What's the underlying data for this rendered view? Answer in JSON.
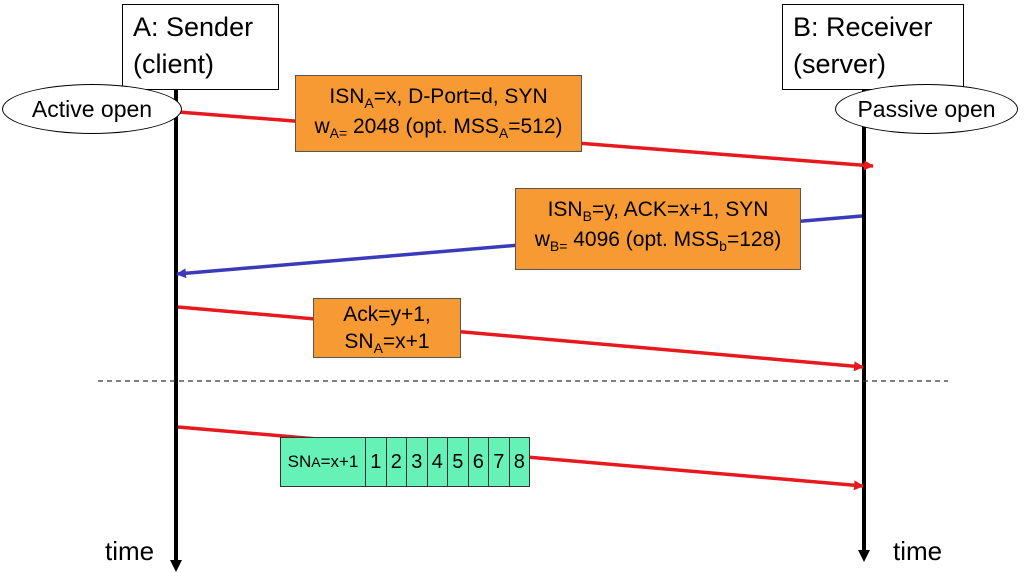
{
  "sender": {
    "line1": "A: Sender",
    "line2": "(client)"
  },
  "receiver": {
    "line1": "B: Receiver",
    "line2": "(server)"
  },
  "active_open": "Active open",
  "passive_open": "Passive open",
  "msg1": {
    "l1_a": "ISN",
    "l1_a_sub": "A",
    "l1_b": "=x, D-Port=d, SYN",
    "l2_a": "w",
    "l2_a_sub": "A=",
    "l2_b": " 2048 (opt. MSS",
    "l2_b_sub": "A",
    "l2_c": "=512)"
  },
  "msg2": {
    "l1_a": "ISN",
    "l1_a_sub": "B",
    "l1_b": "=y, ACK=x+1, SYN",
    "l2_a": "w",
    "l2_a_sub": "B=",
    "l2_b": " 4096 (opt. MSS",
    "l2_b_sub": "b",
    "l2_c": "=128)"
  },
  "msg3": {
    "l1": "Ack=y+1,",
    "l2_a": "SN",
    "l2_a_sub": "A",
    "l2_b": "=x+1"
  },
  "data_segment": {
    "label_a": "SN",
    "label_sub": "A",
    "label_b": "=x+1",
    "cells": [
      "1",
      "2",
      "3",
      "4",
      "5",
      "6",
      "7",
      "8"
    ]
  },
  "time_left": "time",
  "time_right": "time",
  "colors": {
    "client_to_server": "#e8191e",
    "server_to_client": "#3a3aba",
    "message_box": "#f79a34",
    "data_cells": "#66f2b6"
  }
}
